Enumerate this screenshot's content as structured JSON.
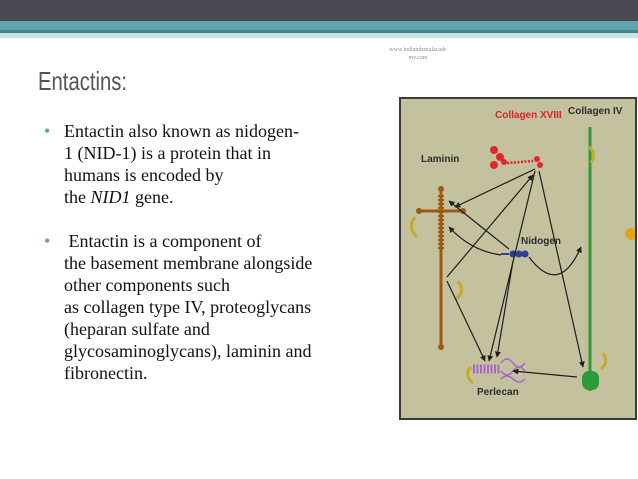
{
  "watermark": {
    "line1": "www.indiandentalacade",
    "line2": "my.com"
  },
  "slide": {
    "title": "Entactins:",
    "bullet1": {
      "line1": "Entactin also known as nidogen-",
      "line2": "1 (NID-1) is a protein that in",
      "line3": "humans is encoded by",
      "line4_pre": "the ",
      "line4_gene": "NID1",
      "line4_post": " gene."
    },
    "bullet2": {
      "line1": "Entactin is a component of",
      "line2": "the basement membrane alongside",
      "line3": "other components such",
      "line4": "as collagen type IV, proteoglycans",
      "line5": "(heparan sulfate and",
      "line6": "glycosaminoglycans), laminin and",
      "line7": "fibronectin."
    },
    "bullet_glyph": "•"
  },
  "figure": {
    "labels": {
      "collagen18": "Collagen XVIII",
      "collagen4": "Collagen IV",
      "laminin": "Laminin",
      "nidogen": "Nidogen",
      "perlecan": "Perlecan"
    },
    "colors": {
      "background": "#c4c19f",
      "label_red": "#d8242a",
      "label_dark": "#2c2c2c",
      "collagen18_red": "#e2262b",
      "laminin_brown": "#9b5a14",
      "nidogen_blue": "#2e3e9a",
      "perlecan_purple": "#a866c8",
      "collagen4_green": "#2f9a3a",
      "arrow_gold": "#c2ac2e",
      "arrow_dark": "#1e1e1e"
    }
  }
}
